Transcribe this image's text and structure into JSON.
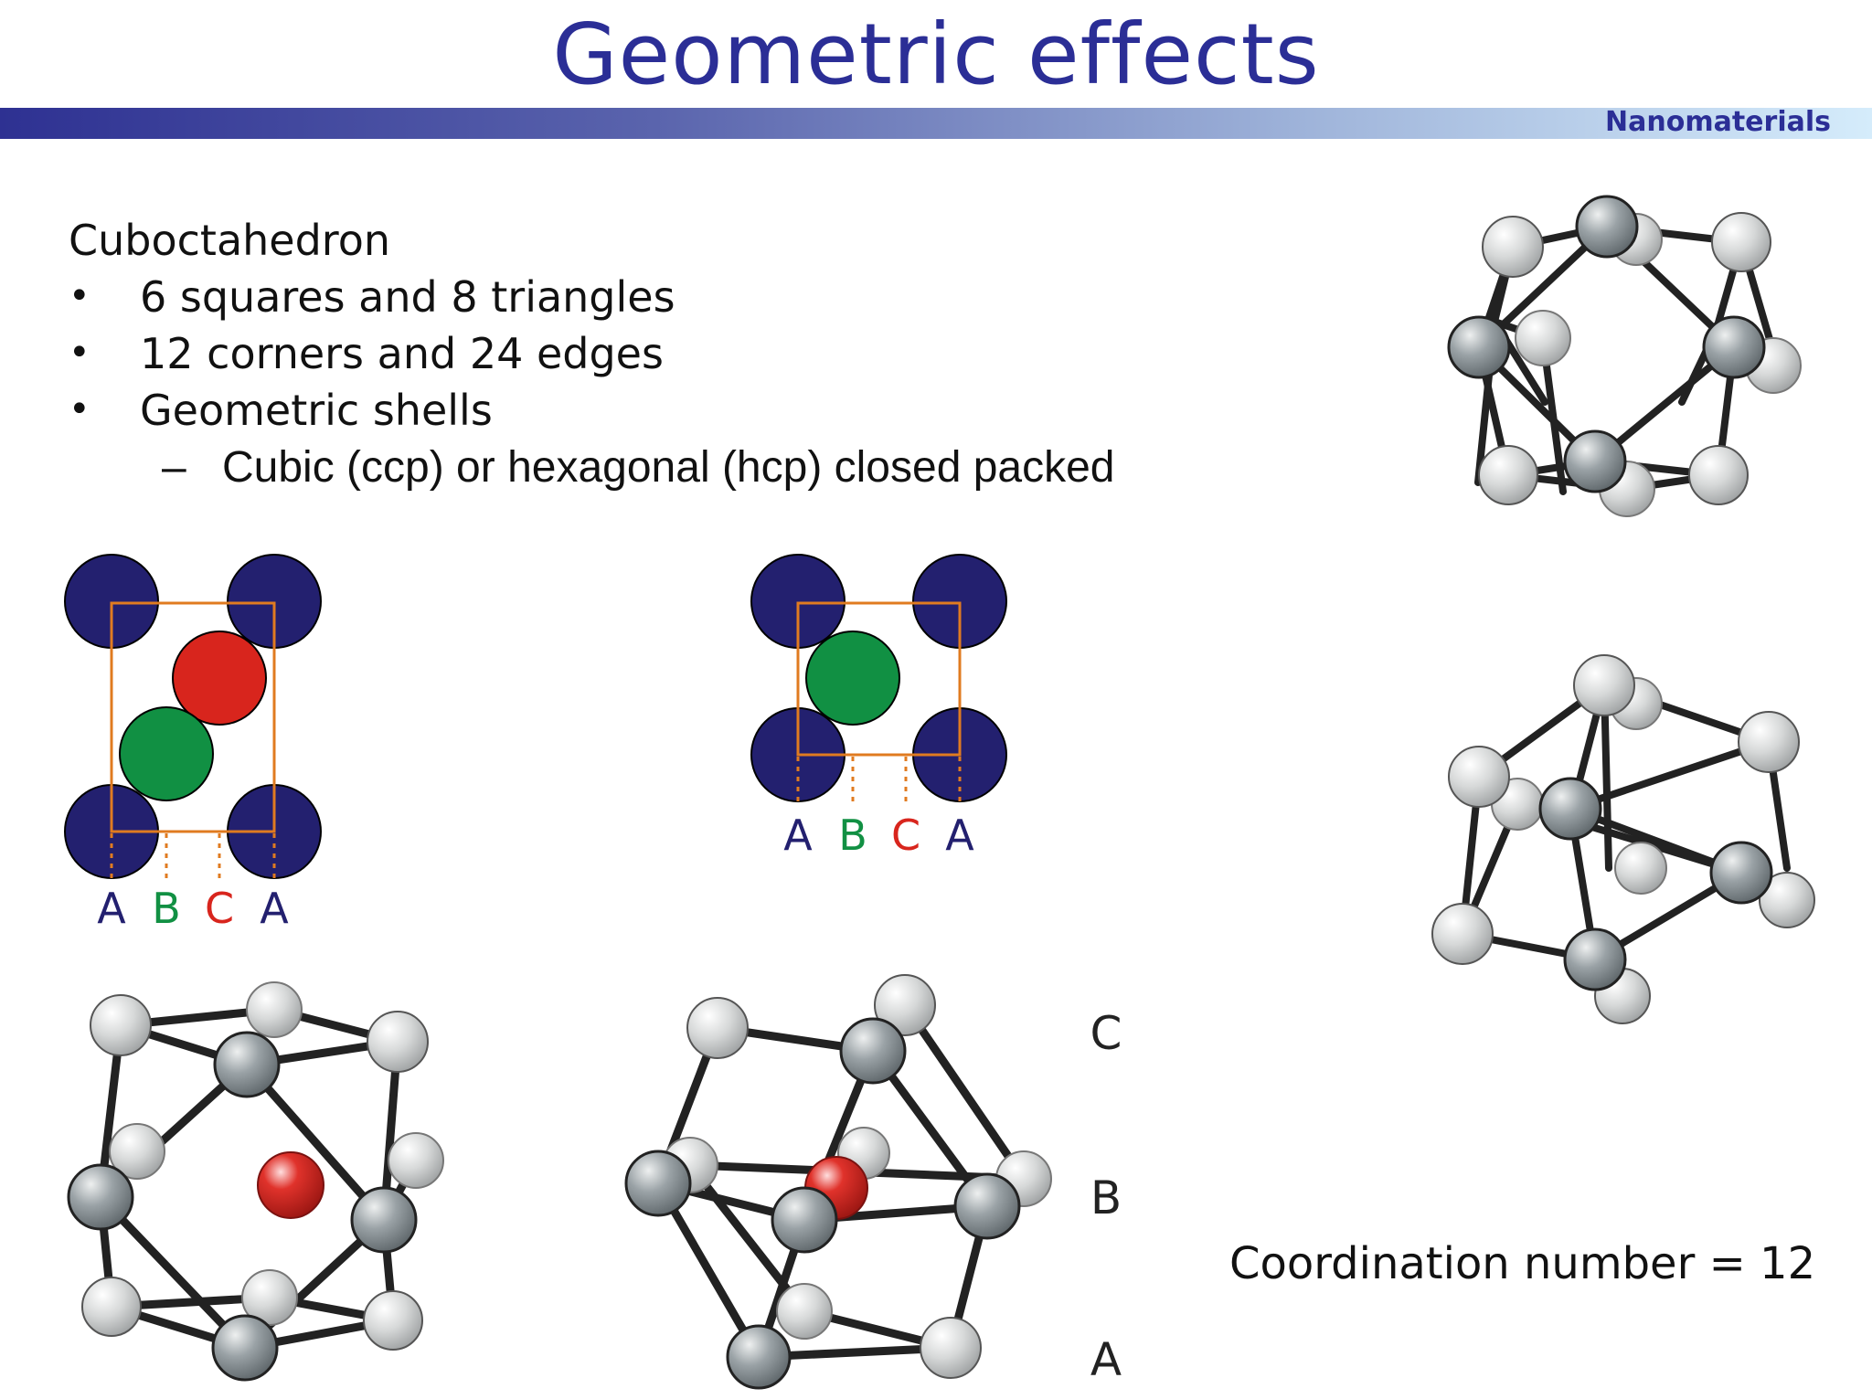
{
  "slide": {
    "title": "Geometric effects",
    "subject": "Nanomaterials"
  },
  "content": {
    "heading": "Cuboctahedron",
    "bullets": [
      "6 squares and 8 triangles",
      "12 corners and 24 edges",
      "Geometric shells"
    ],
    "sub_bullet": "Cubic (ccp) or hexagonal (hcp) closed packed",
    "coordination": "Coordination number = 12"
  },
  "packing_labels": {
    "left": [
      "A",
      "B",
      "C",
      "A"
    ],
    "right": [
      "A",
      "B",
      "C",
      "A"
    ]
  },
  "layer_labels": [
    "C",
    "B",
    "A"
  ],
  "colors": {
    "title": "#2b2e96",
    "atom_A": "#23206f",
    "atom_B": "#119043",
    "atom_C": "#d8251d",
    "box": "#e07b20",
    "atom_gray": "#9aa2a6",
    "atom_light": "#d6d8d8"
  }
}
